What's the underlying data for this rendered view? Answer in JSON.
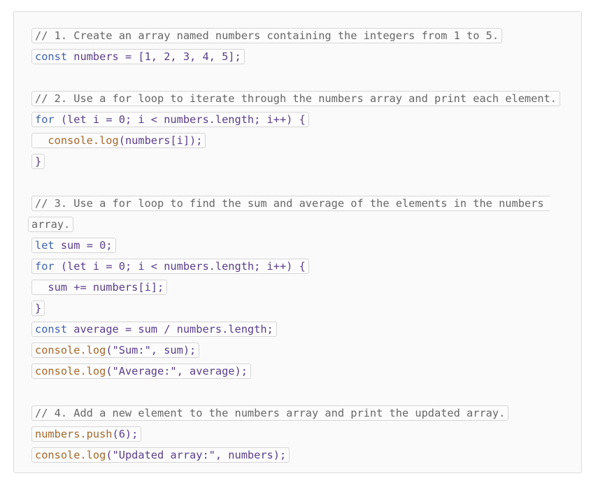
{
  "code_lines": [
    {
      "type": "comment",
      "text": "// 1. Create an array named numbers containing the integers from 1 to 5."
    },
    {
      "type": "code",
      "keyword": "const",
      "rest": " numbers = [1, 2, 3, 4, 5];"
    },
    {
      "type": "blank"
    },
    {
      "type": "comment",
      "text": "// 2. Use a for loop to iterate through the numbers array and print each element."
    },
    {
      "type": "code",
      "keyword": "for",
      "rest": " (let i = 0; i < numbers.length; i++) {"
    },
    {
      "type": "code",
      "indent": "  ",
      "fn": "console.log",
      "rest": "(numbers[i]);"
    },
    {
      "type": "code",
      "rest": "}"
    },
    {
      "type": "blank"
    },
    {
      "type": "comment-wrap",
      "text": "// 3. Use a for loop to find the sum and average of the elements in the numbers",
      "continuation": "array."
    },
    {
      "type": "code",
      "keyword": "let",
      "rest": " sum = 0;"
    },
    {
      "type": "code",
      "keyword": "for",
      "rest": " (let i = 0; i < numbers.length; i++) {"
    },
    {
      "type": "code",
      "indent": "  ",
      "rest": "sum += numbers[i];"
    },
    {
      "type": "code",
      "rest": "}"
    },
    {
      "type": "code",
      "keyword": "const",
      "rest": " average = sum / numbers.length;"
    },
    {
      "type": "code",
      "fn": "console.log",
      "rest": "(\"Sum:\", sum);"
    },
    {
      "type": "code",
      "fn": "console.log",
      "rest": "(\"Average:\", average);"
    },
    {
      "type": "blank"
    },
    {
      "type": "comment",
      "text": "// 4. Add a new element to the numbers array and print the updated array."
    },
    {
      "type": "code",
      "fn": "numbers.push",
      "rest": "(6);"
    },
    {
      "type": "code",
      "fn": "console.log",
      "rest": "(\"Updated array:\", numbers);"
    }
  ],
  "colors": {
    "comment": "#666666",
    "keyword": "#3f64a8",
    "function": "#a5682a",
    "text": "#5a3e8a",
    "background": "#fafafa",
    "border": "#dcdcdc"
  }
}
